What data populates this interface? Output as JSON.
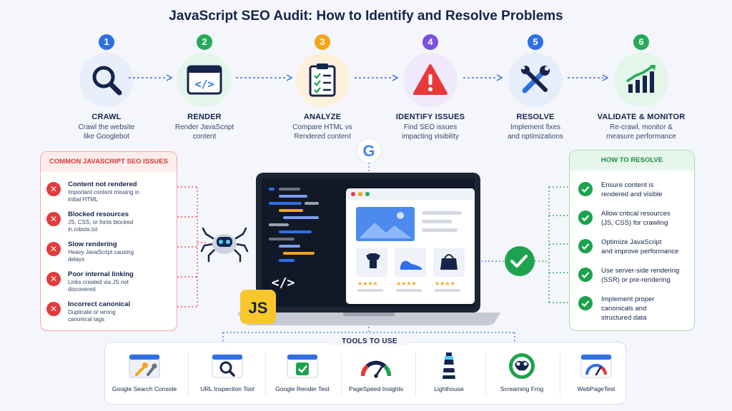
{
  "title": "JavaScript SEO Audit: How to Identify and Resolve Problems",
  "steps": [
    {
      "num": "1",
      "name": "CRAWL",
      "line1": "Crawl the website",
      "line2": "like Googlebot",
      "icon": "magnifier-icon",
      "color": "#2f6fe6",
      "bg": "#e9eefb"
    },
    {
      "num": "2",
      "name": "RENDER",
      "line1": "Render JavaScript",
      "line2": "content",
      "icon": "code-window-icon",
      "color": "#25a95a",
      "bg": "#e4f5ea"
    },
    {
      "num": "3",
      "name": "ANALYZE",
      "line1": "Compare HTML vs",
      "line2": "Rendered content",
      "icon": "clipboard-checklist-icon",
      "color": "#f3a51b",
      "bg": "#fdf1dc"
    },
    {
      "num": "4",
      "name": "IDENTIFY ISSUES",
      "line1": "Find SEO issues",
      "line2": "impacting visibility",
      "icon": "warning-icon",
      "color": "#7b4fe0",
      "bg": "#efe9fb"
    },
    {
      "num": "5",
      "name": "RESOLVE",
      "line1": "Implement fixes",
      "line2": "and optimizations",
      "icon": "tools-icon",
      "color": "#2f6fe6",
      "bg": "#e6eefc"
    },
    {
      "num": "6",
      "name": "VALIDATE & MONITOR",
      "line1": "Re-crawl, monitor &",
      "line2": "measure performance",
      "icon": "growth-chart-icon",
      "color": "#25a95a",
      "bg": "#e4f5ea"
    }
  ],
  "issues": {
    "heading": "COMMON JAVASCRIPT SEO ISSUES",
    "items": [
      {
        "title": "Content not rendered",
        "line1": "Important content missing in",
        "line2": "initial HTML"
      },
      {
        "title": "Blocked resources",
        "line1": "JS, CSS, or fonts blocked",
        "line2": "in robots.txt"
      },
      {
        "title": "Slow rendering",
        "line1": "Heavy JavaScript causing",
        "line2": "delays"
      },
      {
        "title": "Poor internal linking",
        "line1": "Links created via JS not",
        "line2": "discovered"
      },
      {
        "title": "Incorrect canonical",
        "line1": "Duplicate or wrong",
        "line2": "canonical tags"
      }
    ]
  },
  "resolve": {
    "heading": "HOW TO RESOLVE",
    "items": [
      {
        "line1": "Ensure content is",
        "line2": "rendered and visible"
      },
      {
        "line1": "Allow critical resources",
        "line2": "(JS, CSS) for crawling"
      },
      {
        "line1": "Optimize JavaScript",
        "line2": "and improve performance"
      },
      {
        "line1": "Use server-side rendering",
        "line2": "(SSR) or pre-rendering"
      },
      {
        "line1": "Implement proper",
        "line2": "canonicals and",
        "line3": "structured data"
      }
    ]
  },
  "center": {
    "google_letter": "G",
    "code_symbol": "</>",
    "js_badge": "JS"
  },
  "tools": {
    "heading": "TOOLS TO USE",
    "items": [
      {
        "name": "Google Search Console",
        "icon": "wrench-window-icon"
      },
      {
        "name": "URL Inspection Tool",
        "icon": "search-window-icon"
      },
      {
        "name": "Google Render Test",
        "icon": "check-window-icon"
      },
      {
        "name": "PageSpeed Insights",
        "icon": "speed-gauge-icon"
      },
      {
        "name": "Lighthouse",
        "icon": "lighthouse-icon"
      },
      {
        "name": "Screaming Frog",
        "icon": "frog-icon"
      },
      {
        "name": "WebPageTest",
        "icon": "gauge-window-icon"
      }
    ]
  }
}
